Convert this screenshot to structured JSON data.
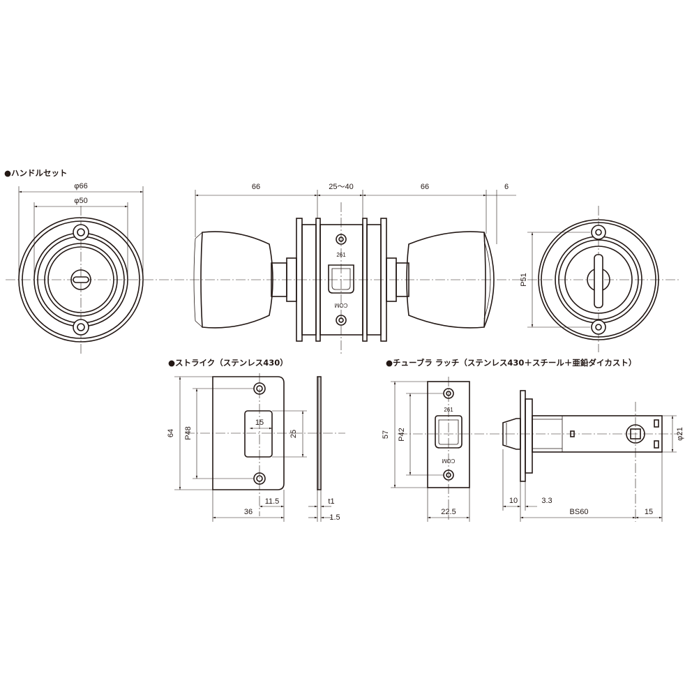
{
  "sections": {
    "handle_set": "●ハンドルセット",
    "strike": "●ストライク（ステンレス430）",
    "latch": "●チューブラ ラッチ（ステンレス430＋スチール＋亜鉛ダイカスト）"
  },
  "handle": {
    "dia_outer": "φ66",
    "dia_inner": "φ50",
    "len_left": "66",
    "door_thickness": "25〜40",
    "len_right": "66",
    "offset": "6",
    "pitch": "P51",
    "plate_mark_top": "261",
    "plate_mark_bottom": "COM"
  },
  "strike": {
    "height": "64",
    "pitch": "P48",
    "opening_width": "15",
    "opening_height": "25",
    "width": "36",
    "edge": "11.5",
    "thickness": "t1",
    "plate": "1.5"
  },
  "latch": {
    "height": "57",
    "pitch": "P42",
    "width": "22.5",
    "mark_top": "261",
    "mark_bottom": "COM",
    "projection": "10",
    "face": "3.3",
    "backset": "BS60",
    "hub_offset": "15",
    "hub_dia": "φ21"
  }
}
